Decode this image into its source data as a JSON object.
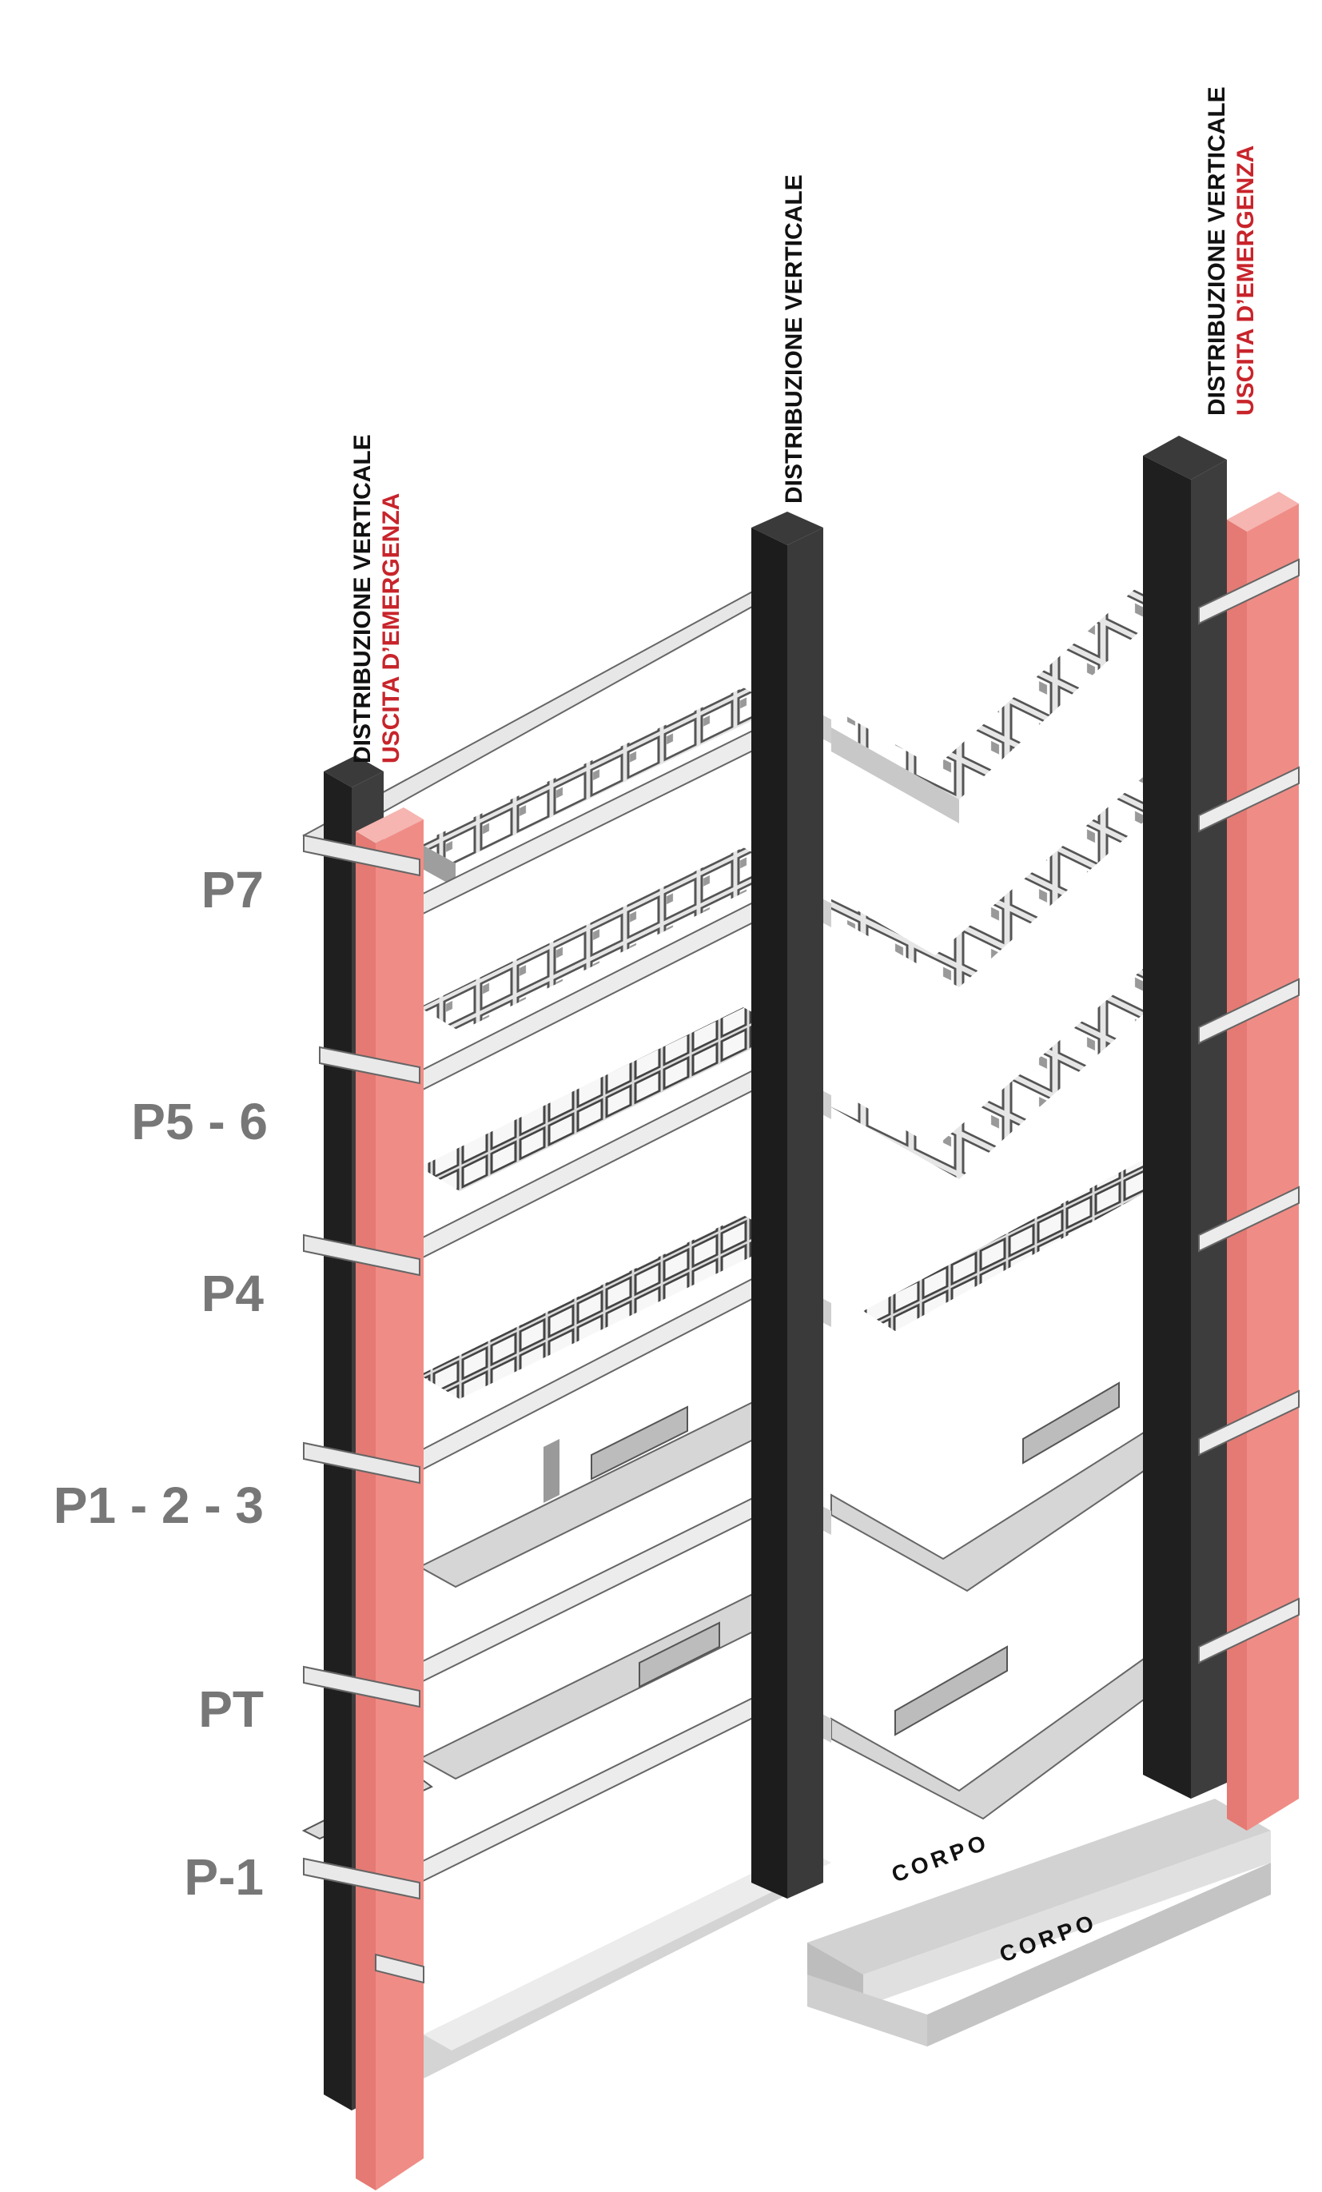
{
  "levels": [
    {
      "id": "p7",
      "label": "P7"
    },
    {
      "id": "p5-6",
      "label": "P5 - 6"
    },
    {
      "id": "p4",
      "label": "P4"
    },
    {
      "id": "p1-2-3",
      "label": "P1 - 2 - 3"
    },
    {
      "id": "pt",
      "label": "PT"
    },
    {
      "id": "p-1",
      "label": "P-1"
    }
  ],
  "towers": {
    "left": {
      "line1": "DISTRIBUZIONE VERTICALE",
      "line2": "USCITA D’EMERGENZA"
    },
    "center": {
      "line1": "DISTRIBUZIONE VERTICALE"
    },
    "right": {
      "line1": "DISTRIBUZIONE VERTICALE",
      "line2": "USCITA D’EMERGENZA"
    }
  },
  "corpo": {
    "label_a": "CORPO",
    "label_b": "CORPO"
  },
  "colors": {
    "level_label": "#777777",
    "emergency_text": "#c8242b",
    "emergency_shaft": "#f08c86",
    "stair_shaft": "#2a2a2a",
    "floor_slab": "#d9d9d9",
    "floor_edge": "#f2f2f2",
    "wall_outline": "#555555"
  }
}
